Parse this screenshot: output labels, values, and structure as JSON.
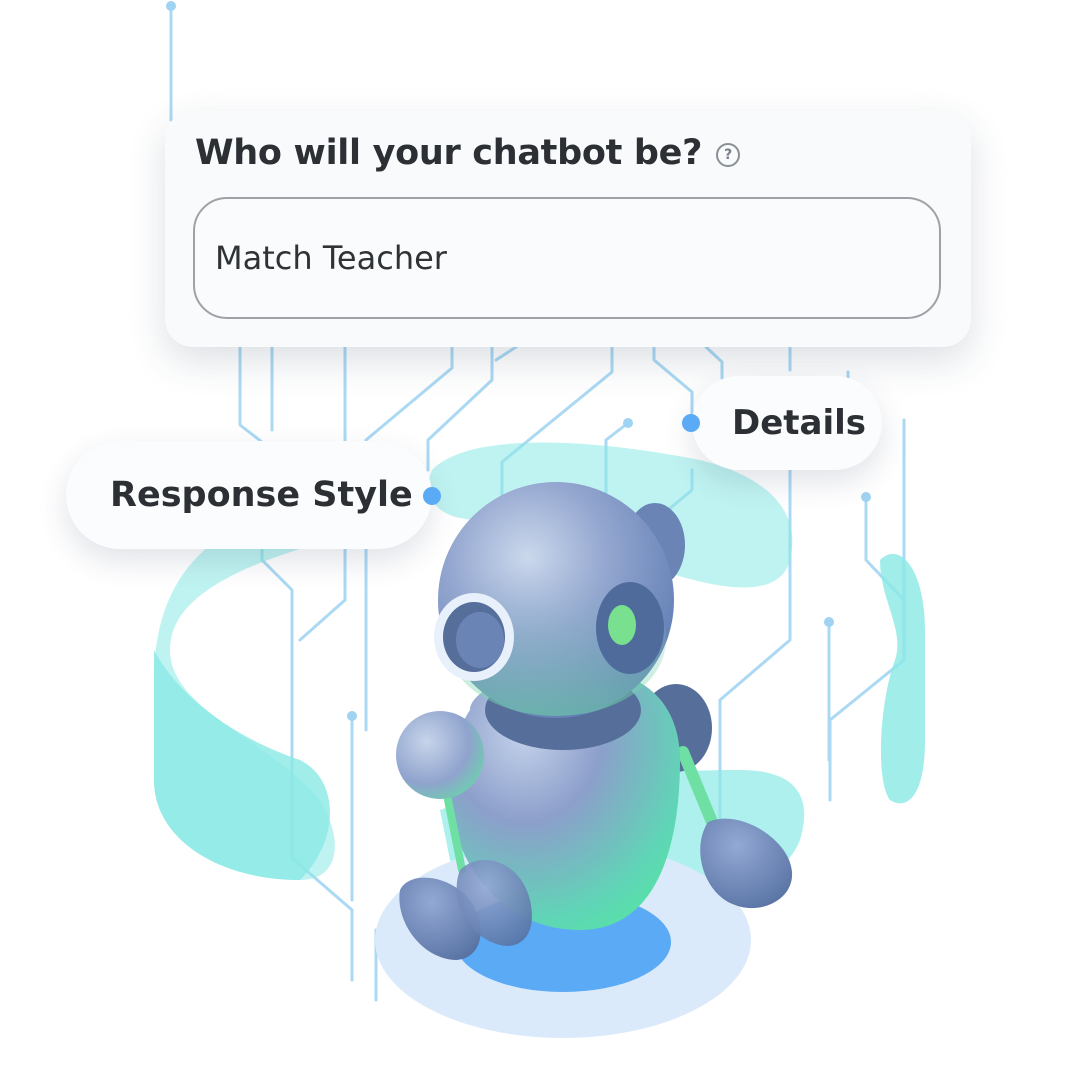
{
  "prompt": {
    "question": "Who will your chatbot be?",
    "help_icon": "question-circle-icon",
    "input_value": "Match Teacher"
  },
  "tags": {
    "details_label": "Details",
    "response_style_label": "Response Style"
  },
  "colors": {
    "accent_blue": "#5aaaf5",
    "circuit_line": "#a9d8f3",
    "teal_ribbon": "#7fe8e2",
    "robot_body": "#8a9bc6",
    "robot_dark": "#566e9a",
    "robot_glow": "#6fe0a3",
    "platform": "#5aaaf5",
    "text_dark": "#2c2f33"
  }
}
